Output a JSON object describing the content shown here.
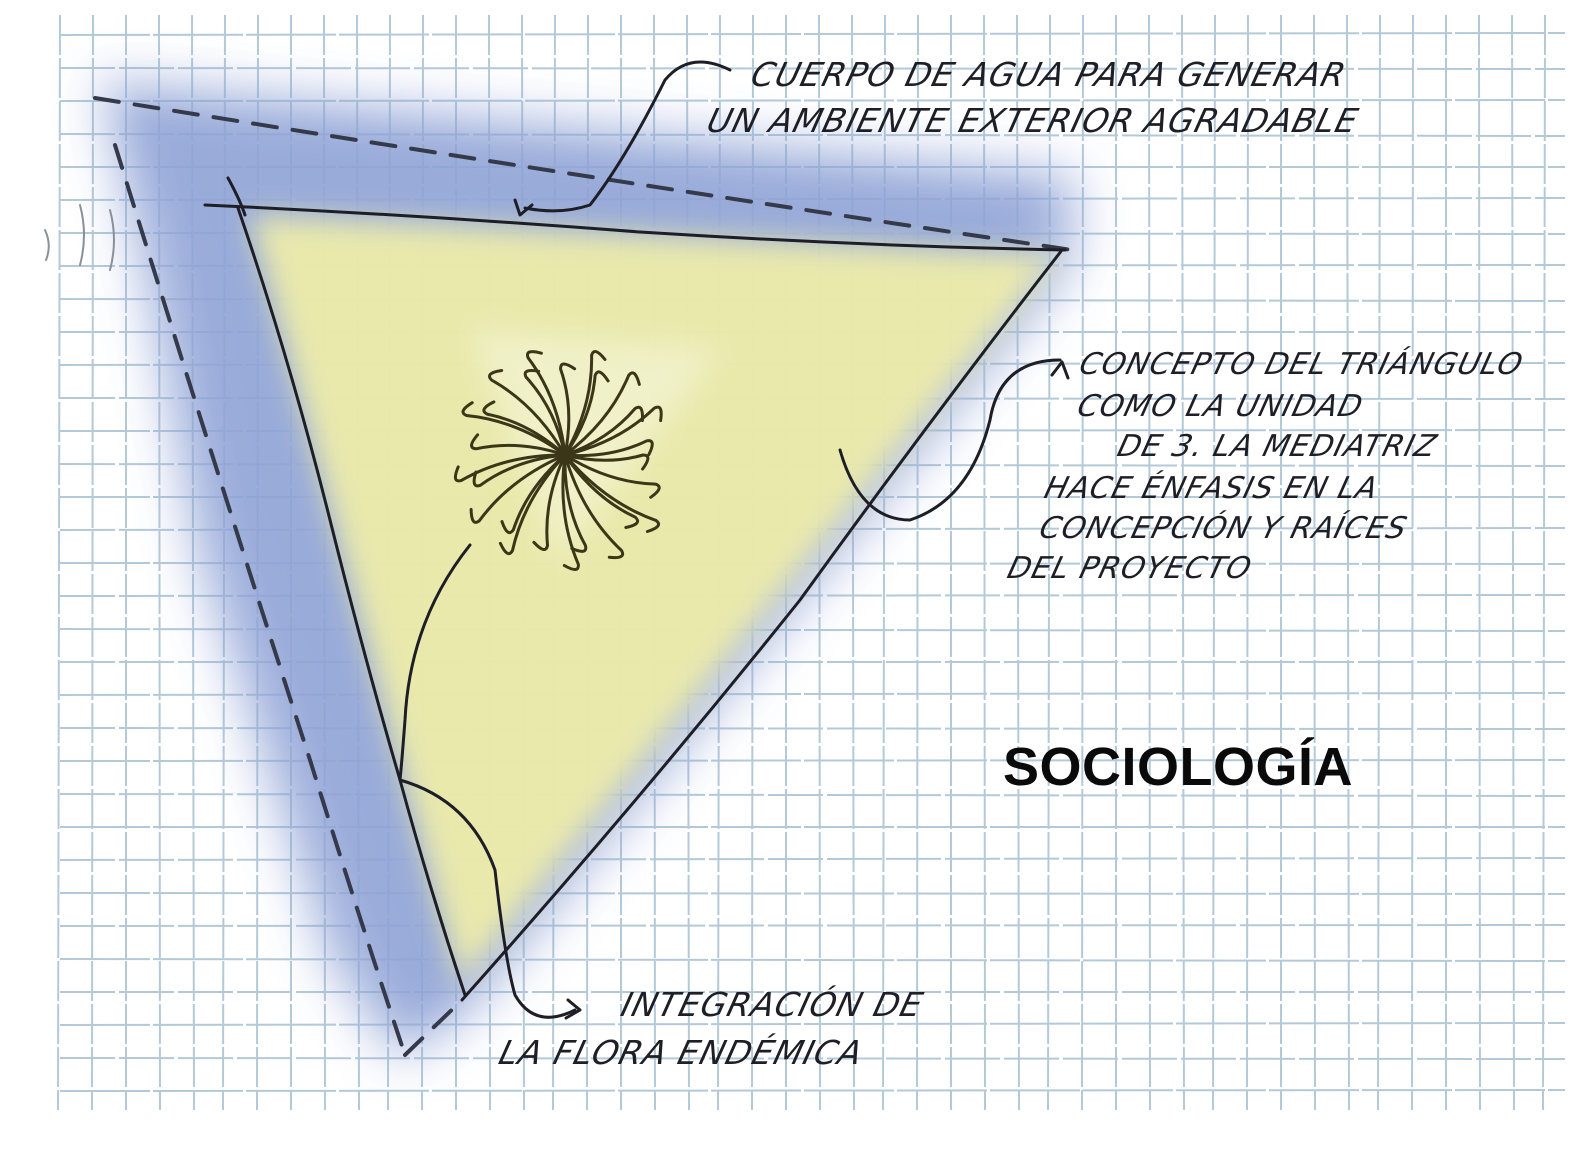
{
  "title": "SOCIOLOGÍA",
  "annotations": {
    "water": [
      "CUERPO DE AGUA PARA GENERAR",
      "UN AMBIENTE EXTERIOR AGRADABLE"
    ],
    "concept": [
      "CONCEPTO DEL TRIÁNGULO",
      "COMO LA UNIDAD",
      "DE 3. LA MEDIATRIZ",
      "HACE ÉNFASIS EN LA",
      "CONCEPCIÓN Y RAÍCES",
      "DEL PROYECTO"
    ],
    "flora": [
      "INTEGRACIÓN DE",
      "LA FLORA ENDÉMICA"
    ]
  },
  "colors": {
    "paper": "#ffffff",
    "grid": "#9bb8cc",
    "water_wash": "#8fa3d6",
    "triangle_fill": "#f2f0a8",
    "ink": "#1e1e26",
    "dashed_line": "#353a4a",
    "tree": "#3b3618"
  }
}
